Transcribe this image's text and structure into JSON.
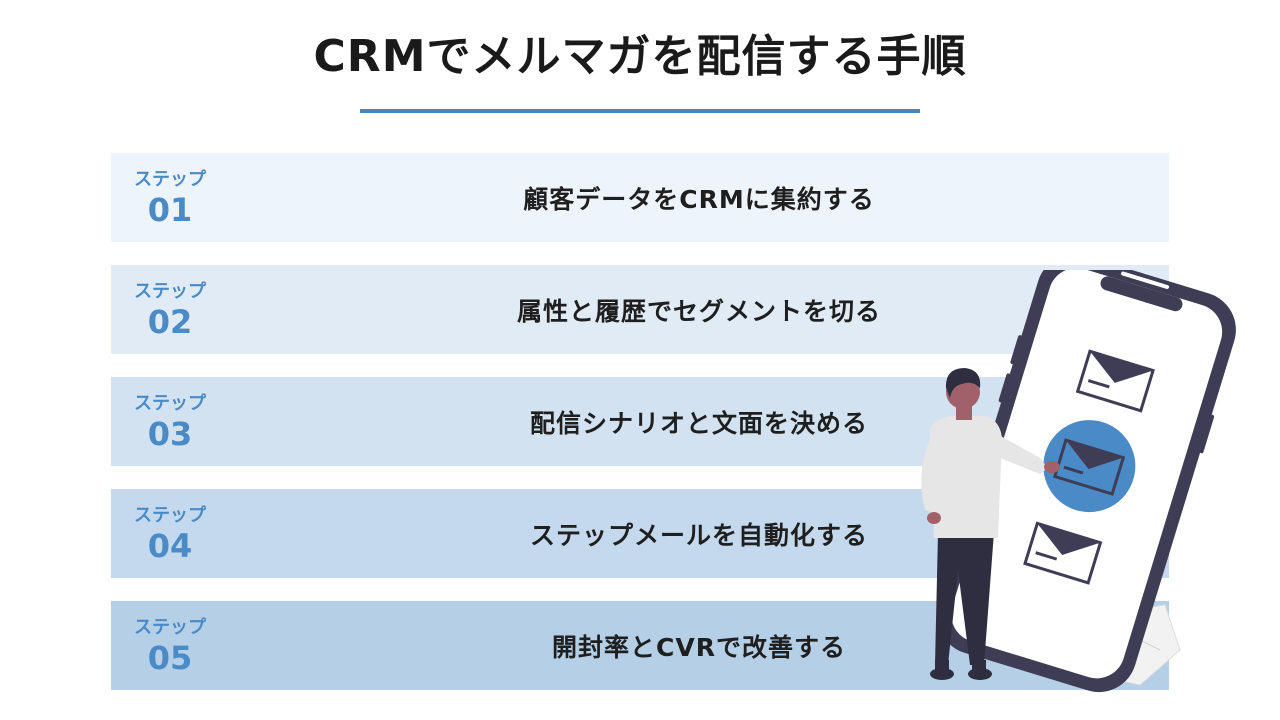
{
  "title": "CRMでメルマガを配信する手順",
  "colors": {
    "accent": "#4a8ac6",
    "underline": "#4a86c5",
    "step_backgrounds": [
      "#eef4fb",
      "#e0ebf6",
      "#d2e2f1",
      "#c4d9ed",
      "#b5cfe7"
    ],
    "phone_frame": "#3f3d56",
    "mail_circle": "#4a8ac6"
  },
  "steps": [
    {
      "label": "ステップ",
      "number": "01",
      "text": "顧客データをCRMに集約する"
    },
    {
      "label": "ステップ",
      "number": "02",
      "text": "属性と履歴でセグメントを切る"
    },
    {
      "label": "ステップ",
      "number": "03",
      "text": "配信シナリオと文面を決める"
    },
    {
      "label": "ステップ",
      "number": "04",
      "text": "ステップメールを自動化する"
    },
    {
      "label": "ステップ",
      "number": "05",
      "text": "開封率とCVRで改善する"
    }
  ],
  "illustration": {
    "icons": [
      "smartphone-icon",
      "envelope-icon",
      "person-figure-icon"
    ]
  }
}
